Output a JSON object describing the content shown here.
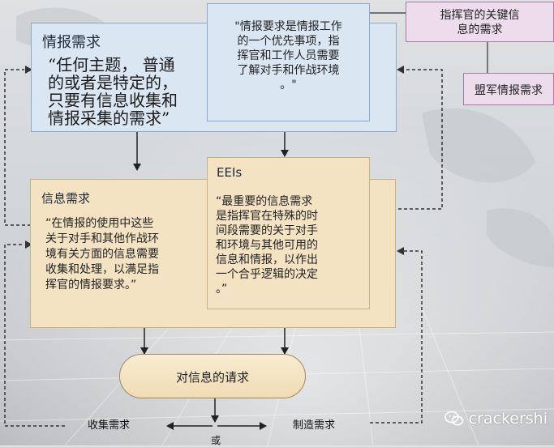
{
  "intel_req": {
    "title": "情报需求",
    "quote_lines": [
      "“任何主题， 普通",
      "的或者是特定的，",
      "只要有信息收集和",
      "情报采集的需求”"
    ]
  },
  "pir": {
    "quote_lines": [
      "\"情报要求是情报工作",
      "的一个优先事项，指",
      "挥官和工作人员需要",
      "了解对手和作战环境",
      "。\""
    ]
  },
  "ccir": {
    "label_lines": [
      "指挥官的关键信",
      "息的需求"
    ]
  },
  "allied": {
    "label": "盟军情报需求"
  },
  "info_req": {
    "title": "信息需求",
    "quote_lines": [
      "“在情报的使用中这些",
      "关于对手和其他作战环",
      "境有关方面的信息需要",
      "收集和处理，以满足指",
      "挥官的情报要求。”"
    ]
  },
  "eei": {
    "title": "EEIs",
    "quote_lines": [
      "“最重要的信息需求",
      "是指挥官在特殊的时",
      "间段需要的关于对手",
      "和环境与其他可用的",
      "信息和情报，以作出",
      "一个合乎逻辑的决定",
      "。”"
    ]
  },
  "request": {
    "label": "对信息的请求"
  },
  "collection": {
    "label": "收集需求"
  },
  "production": {
    "label": "制造需求"
  },
  "or": {
    "label": "或"
  },
  "watermark": {
    "text": "crackershi",
    "icon": "wechat-icon"
  }
}
